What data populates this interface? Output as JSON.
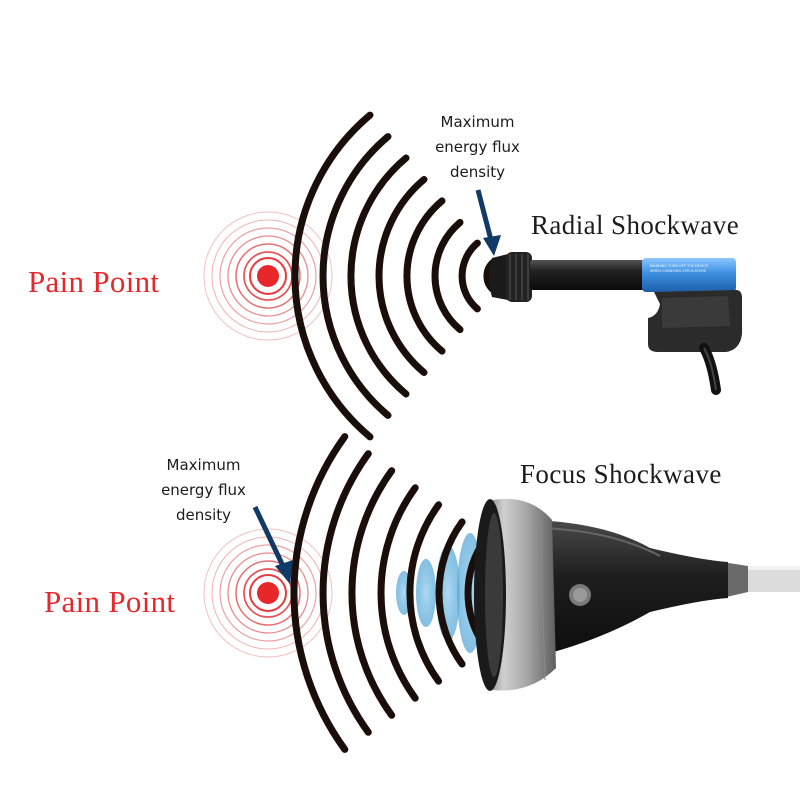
{
  "colors": {
    "pain": "#e8272a",
    "wave": "#1a0e0a",
    "arrow": "#123a66",
    "radial_accent": "#3d8fe0",
    "focus_lens": "#6fb7df"
  },
  "radial": {
    "title": "Radial Shockwave",
    "pain_label": "Pain Point",
    "note": "Maximum\nenergy flux\ndensity",
    "device_text": "WARNING TURN OFF THE DEVICE\nWHEN CHANGING APPLICATORS"
  },
  "focus": {
    "title": "Focus Shockwave",
    "pain_label": "Pain Point",
    "note": "Maximum\nenergy flux\ndensity"
  }
}
